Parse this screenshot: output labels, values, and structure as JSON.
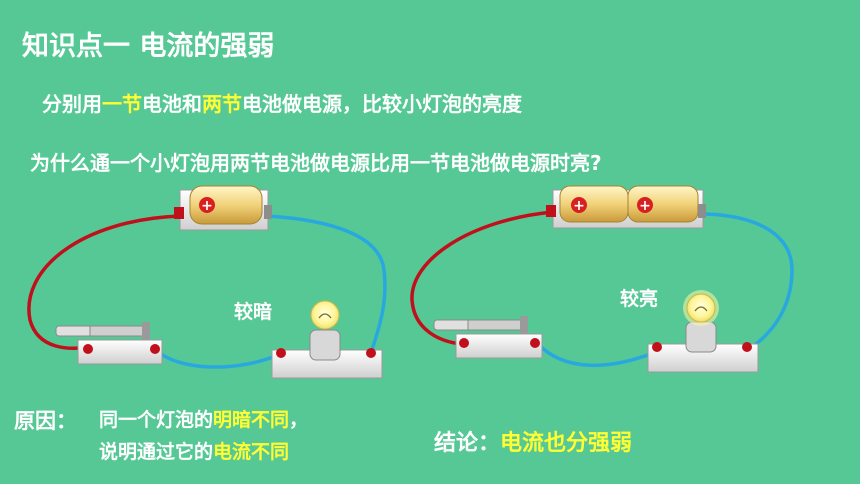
{
  "title": "知识点一 电流的强弱",
  "task": {
    "prefix": "分别用",
    "one_cell": "一节",
    "and": "电池和",
    "two_cells": "两节",
    "suffix": "电池做电源，比较小灯泡的亮度"
  },
  "question": "为什么通一个小灯泡用两节电池做电源比用一节电池做电源时亮?",
  "circuit_left": {
    "bulb_label": "较暗",
    "battery_sign": "+"
  },
  "circuit_right": {
    "bulb_label": "较亮",
    "battery_sign": "+"
  },
  "reason": {
    "label": "原因：",
    "line1_prefix": "同一个灯泡的",
    "line1_highlight": "明暗不同",
    "line1_suffix": "，",
    "line2_prefix": "说明通过它的",
    "line2_highlight": "电流不同"
  },
  "conclusion": {
    "label": "结论：",
    "text": "电流也分强弱"
  },
  "colors": {
    "background": "#55c895",
    "highlight": "#ffff33",
    "red_wire": "#c0101c",
    "blue_wire": "#29a8e0"
  }
}
